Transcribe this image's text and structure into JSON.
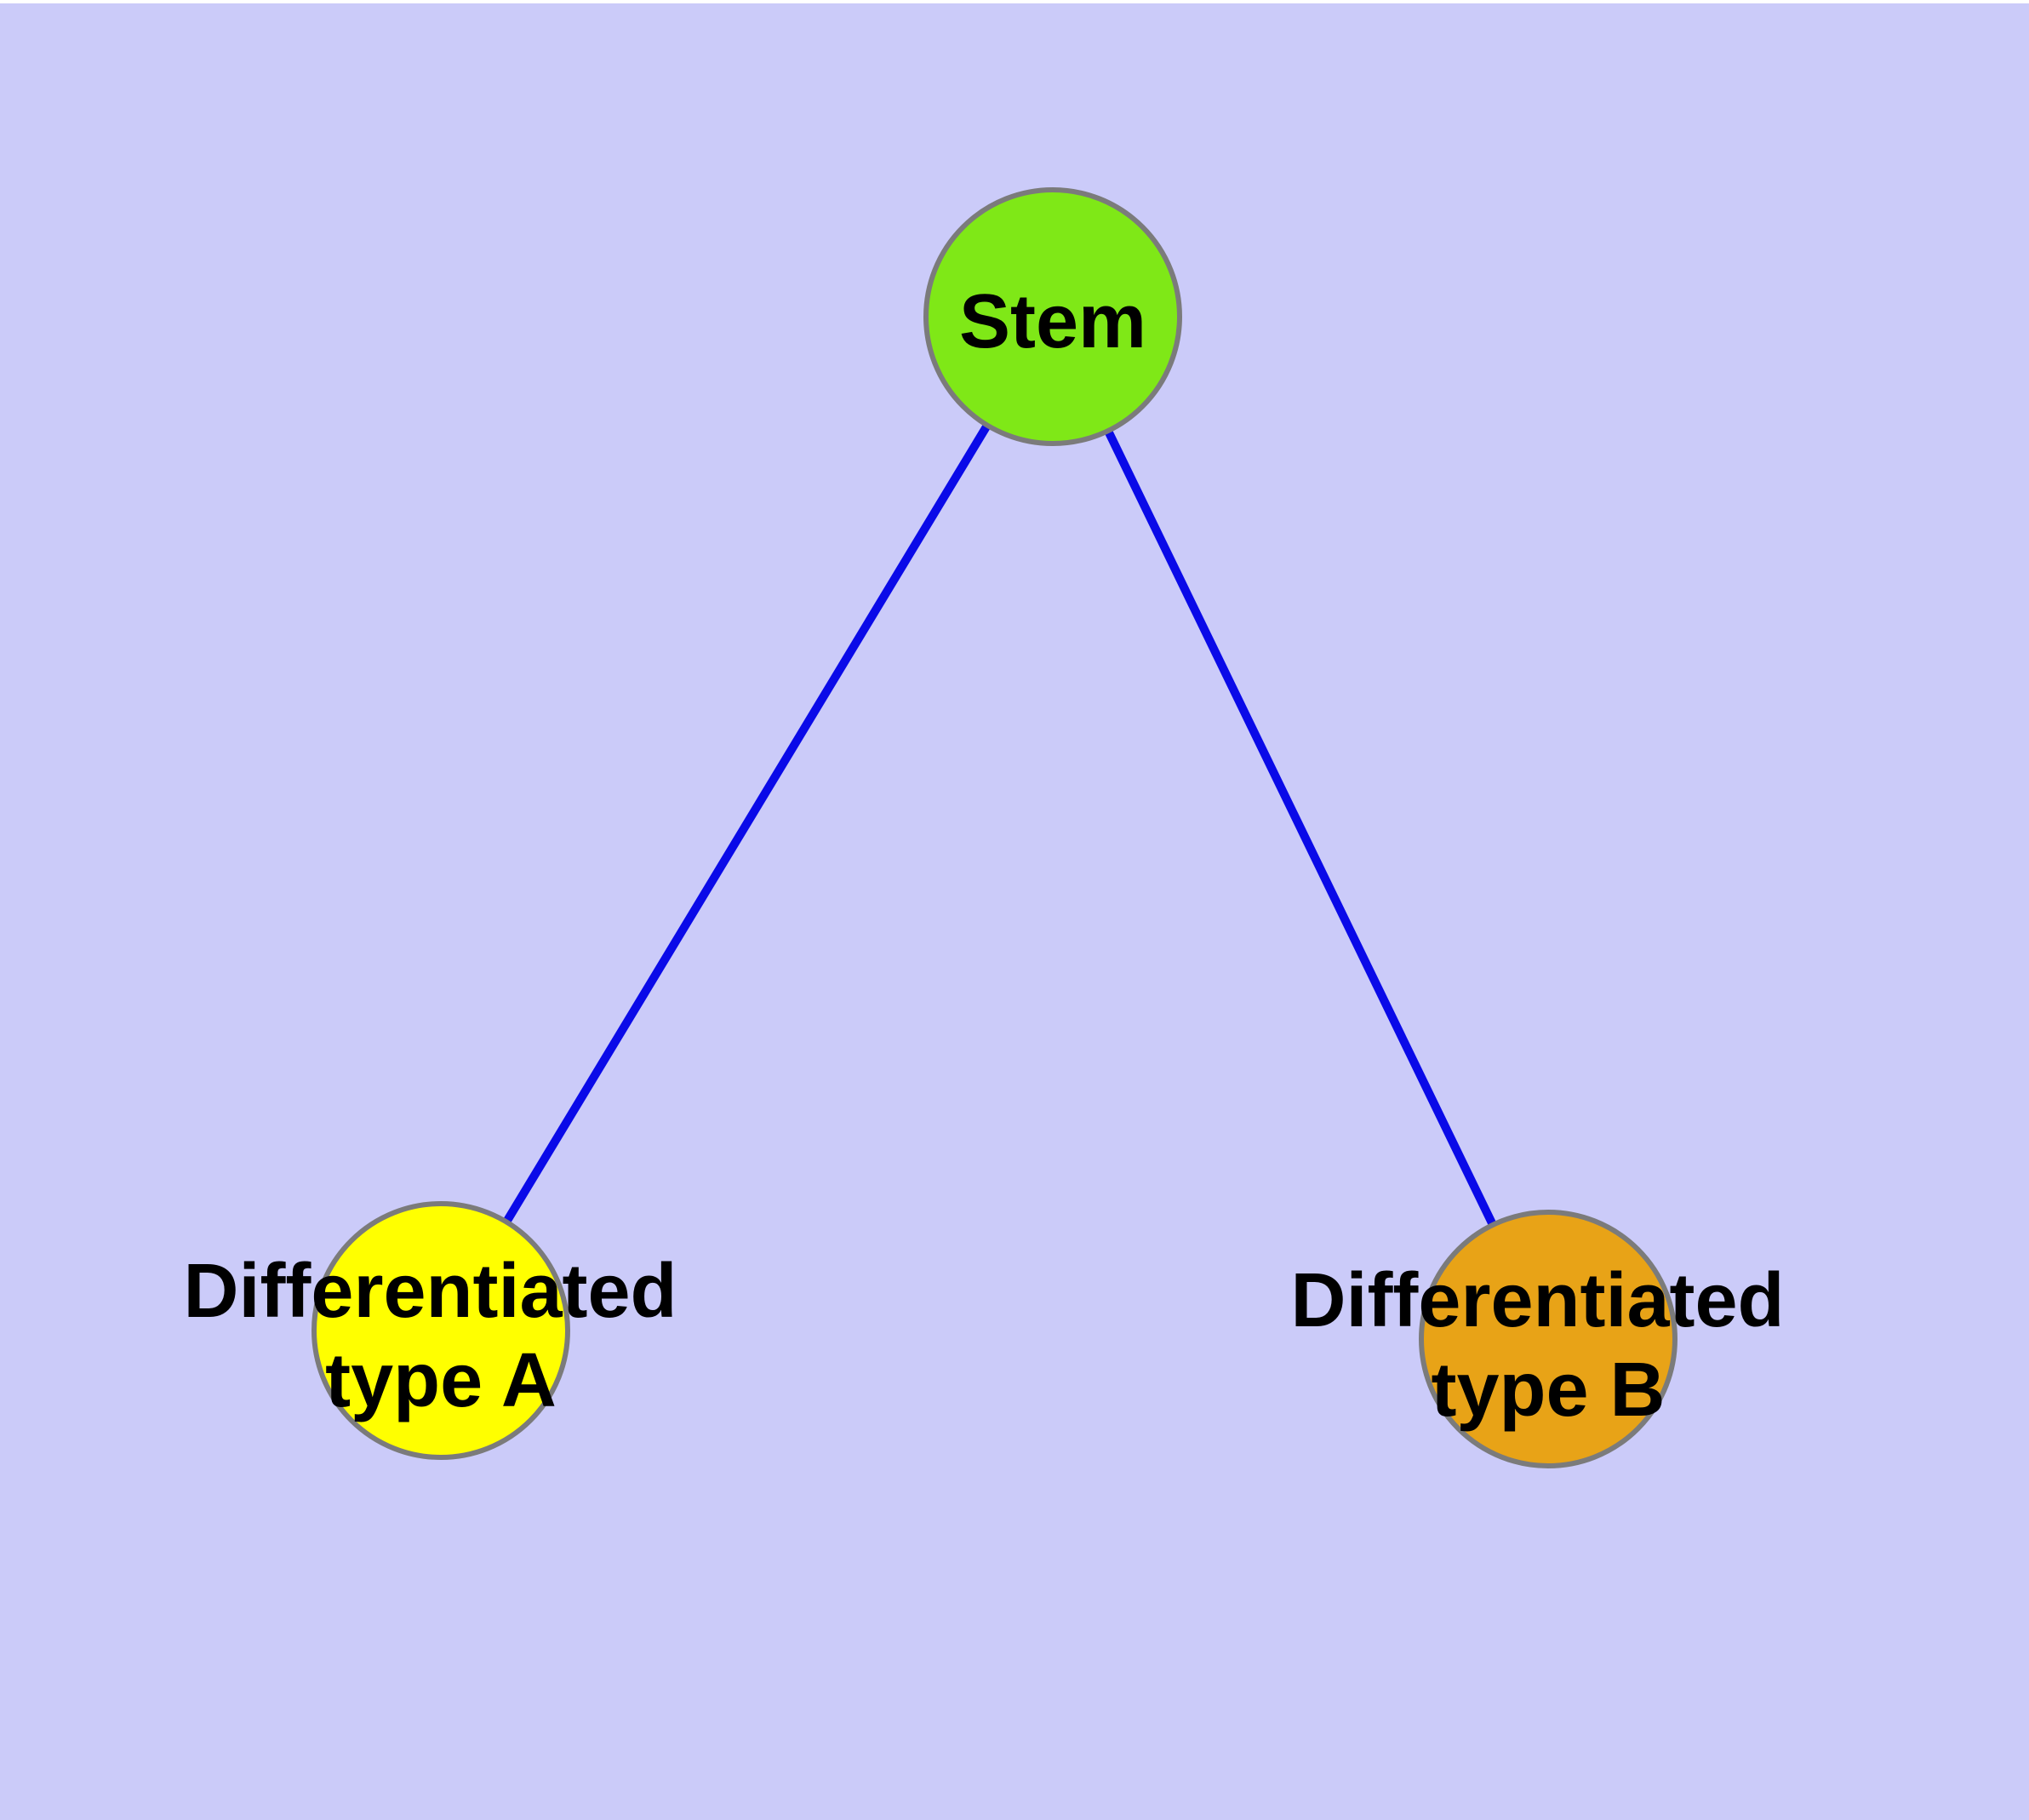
{
  "diagram": {
    "background_color": "#CBCBF9",
    "top_margin_color": "#FFFFFF",
    "edge_color": "#0A0AE8",
    "node_border_color": "#7B7B7B",
    "text_color": "#000000",
    "nodes": [
      {
        "id": "stem",
        "label": "Stem",
        "lines": [
          "Stem"
        ],
        "fill": "#7FE817"
      },
      {
        "id": "differentiated-type-a",
        "label": "Differentiated type A",
        "lines": [
          "Differentiated",
          "type A"
        ],
        "fill": "#FFFF00"
      },
      {
        "id": "differentiated-type-b",
        "label": "Differentiated type B",
        "lines": [
          "Differentiated",
          "type B"
        ],
        "fill": "#E8A317"
      }
    ],
    "edges": [
      {
        "from": "Stem",
        "to": "Differentiated type A"
      },
      {
        "from": "Stem",
        "to": "Differentiated type B"
      }
    ]
  }
}
